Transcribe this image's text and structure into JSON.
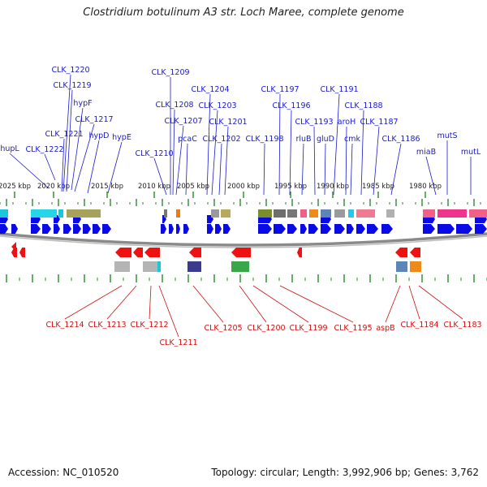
{
  "title": "Clostridium botulinum A3 str. Loch Maree, complete genome",
  "footer": {
    "accession": "Accession: NC_010520",
    "summary": "Topology: circular; Length: 3,992,906 bp; Genes: 3,762"
  },
  "colors": {
    "forward_gene": "#0a0ae6",
    "reverse_gene": "#ee1111",
    "label_forward": "#1a1acc",
    "label_reverse": "#cc1111",
    "tick": "#2a8a2a",
    "backbone": "#8a8a8a"
  },
  "scale_labels": [
    {
      "text": "2025 kbp"
    },
    {
      "text": "2020 kbp"
    },
    {
      "text": "2015 kbp"
    },
    {
      "text": "2010 kbp"
    },
    {
      "text": "2005 kbp"
    },
    {
      "text": "2000 kbp"
    },
    {
      "text": "1995 kbp"
    },
    {
      "text": "1990 kbp"
    },
    {
      "text": "1985 kbp"
    },
    {
      "text": "1980 kbp"
    }
  ],
  "top_labels": [
    {
      "text": "hupL"
    },
    {
      "text": "CLK_1222"
    },
    {
      "text": "CLK_1221"
    },
    {
      "text": "CLK_1220"
    },
    {
      "text": "CLK_1219"
    },
    {
      "text": "hypF"
    },
    {
      "text": "CLK_1217"
    },
    {
      "text": "hypD"
    },
    {
      "text": "hypE"
    },
    {
      "text": "CLK_1210"
    },
    {
      "text": "CLK_1209"
    },
    {
      "text": "CLK_1208"
    },
    {
      "text": "CLK_1207"
    },
    {
      "text": "pcaC"
    },
    {
      "text": "CLK_1204"
    },
    {
      "text": "CLK_1203"
    },
    {
      "text": "CLK_1202"
    },
    {
      "text": "CLK_1201"
    },
    {
      "text": "CLK_1198"
    },
    {
      "text": "CLK_1197"
    },
    {
      "text": "CLK_1196"
    },
    {
      "text": "rluB"
    },
    {
      "text": "CLK_1193"
    },
    {
      "text": "gluD"
    },
    {
      "text": "CLK_1191"
    },
    {
      "text": "aroH"
    },
    {
      "text": "cmk"
    },
    {
      "text": "CLK_1188"
    },
    {
      "text": "CLK_1187"
    },
    {
      "text": "CLK_1186"
    },
    {
      "text": "miaB"
    },
    {
      "text": "mutS"
    },
    {
      "text": "mutL"
    }
  ],
  "bottom_labels": [
    {
      "text": "CLK_1214"
    },
    {
      "text": "CLK_1213"
    },
    {
      "text": "CLK_1212"
    },
    {
      "text": "CLK_1211"
    },
    {
      "text": "CLK_1205"
    },
    {
      "text": "CLK_1200"
    },
    {
      "text": "CLK_1199"
    },
    {
      "text": "CLK_1195"
    },
    {
      "text": "aspB"
    },
    {
      "text": "CLK_1184"
    },
    {
      "text": "CLK_1183"
    }
  ]
}
